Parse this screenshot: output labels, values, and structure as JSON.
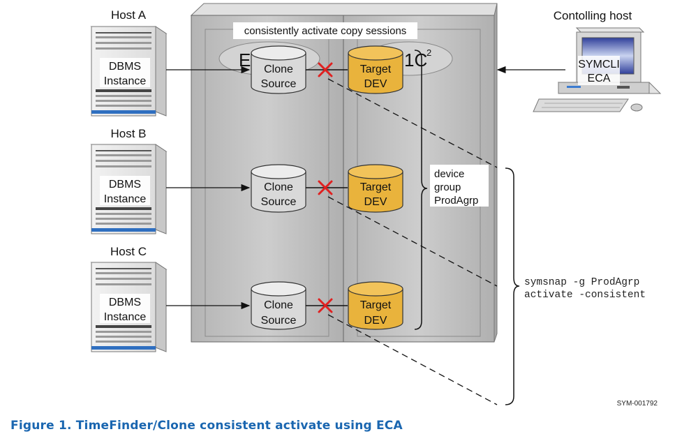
{
  "colors": {
    "caption": "#1a66b0",
    "target_fill": "#e9b33c",
    "source_fill": "#d9d9d9",
    "cross": "#e02020",
    "cabinet": "#bdbdbd"
  },
  "hosts": [
    {
      "name": "Host A",
      "line1": "DBMS",
      "line2": "Instance"
    },
    {
      "name": "Host B",
      "line1": "DBMS",
      "line2": "Instance"
    },
    {
      "name": "Host C",
      "line1": "DBMS",
      "line2": "Instance"
    }
  ],
  "array": {
    "header_label": "consistently activate copy sessions",
    "logo_left_fragment": "E",
    "logo_right_fragment": "1C",
    "logo_superscript": "2"
  },
  "sources": [
    {
      "line1": "Clone",
      "line2": "Source"
    },
    {
      "line1": "Clone",
      "line2": "Source"
    },
    {
      "line1": "Clone",
      "line2": "Source"
    }
  ],
  "targets": [
    {
      "line1": "Target",
      "line2": "DEV"
    },
    {
      "line1": "Target",
      "line2": "DEV"
    },
    {
      "line1": "Target",
      "line2": "DEV"
    }
  ],
  "device_group": {
    "line1": "device",
    "line2": "group",
    "line3": "ProdAgrp"
  },
  "controlling_host": {
    "title": "Contolling host",
    "screen_line1": "SYMCLI",
    "screen_line2": "ECA"
  },
  "command": {
    "line1": "symsnap -g ProdAgrp",
    "line2": "activate -consistent"
  },
  "figure_id": "SYM-001792",
  "caption": "Figure 1. TimeFinder/Clone consistent activate using ECA",
  "icons": [
    "server-icon",
    "storage-array-icon",
    "disk-cylinder-icon",
    "red-x-icon",
    "workstation-icon",
    "brace-icon"
  ]
}
